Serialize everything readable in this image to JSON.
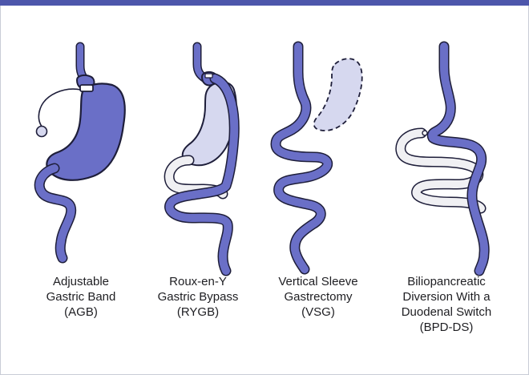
{
  "colors": {
    "accent": "#4d56ab",
    "organ_fill": "#6a6fc7",
    "organ_stroke": "#1e1e3a",
    "bypassed_fill": "#d6d8ef",
    "remnant_fill": "#e6e7f5",
    "bypass_limb_fill": "#f0f0f3"
  },
  "procedures": [
    {
      "lines": [
        "Adjustable",
        "Gastric Band",
        "(AGB)"
      ]
    },
    {
      "lines": [
        "Roux-en-Y",
        "Gastric Bypass",
        "(RYGB)"
      ]
    },
    {
      "lines": [
        "Vertical Sleeve",
        "Gastrectomy",
        "(VSG)"
      ]
    },
    {
      "lines": [
        "Biliopancreatic",
        "Diversion With a",
        "Duodenal Switch",
        "(BPD-DS)"
      ]
    }
  ]
}
